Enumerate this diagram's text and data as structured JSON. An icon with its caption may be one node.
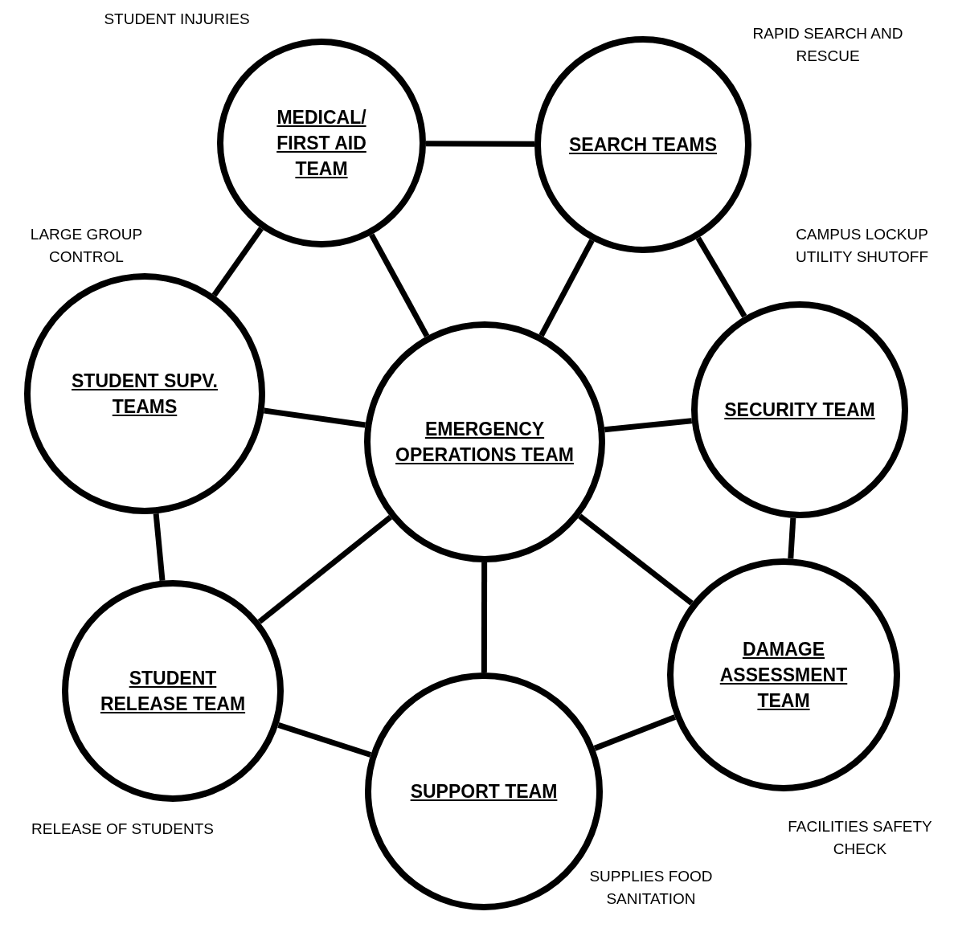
{
  "diagram": {
    "nodes": [
      {
        "text": [
          "MEDICAL/ FIRST AID TEAM"
        ],
        "beside": [
          "STUDENT INJURIES"
        ]
      },
      {
        "text": [
          "SEARCH TEAMS"
        ],
        "beside": [
          "RAPID SEARCH AND RESCUE"
        ]
      },
      {
        "text": [
          "STUDENT SUPV. TEAMS"
        ],
        "beside": [
          "LARGE GROUP CONTROL"
        ]
      },
      {
        "text": [
          "EMERGENCY OPERATIONS TEAM"
        ]
      },
      {
        "text": [
          "SECURITY TEAM"
        ],
        "beside": [
          "CAMPUS LOCKUP UTILITY SHUTOFF"
        ]
      },
      {
        "text": [
          "STUDENT RELEASE TEAM"
        ],
        "beside": [
          "RELEASE OF STUDENTS"
        ]
      },
      {
        "text": [
          "DAMAGE ASSESSMENT TEAM"
        ],
        "beside": [
          "FACILITIES SAFETY CHECK"
        ]
      },
      {
        "text": [
          "SUPPORT TEAM"
        ],
        "beside": [
          "SUPPLIES FOOD SANITATION"
        ]
      }
    ],
    "edges": [
      {
        "from": 0,
        "to": 1,
        "arrow": "none"
      },
      {
        "from": 0,
        "to": 2,
        "arrow": "none"
      },
      {
        "from": 0,
        "to": 3,
        "arrow": "none"
      },
      {
        "from": 1,
        "to": 3,
        "arrow": "none"
      },
      {
        "from": 1,
        "to": 4,
        "arrow": "none"
      },
      {
        "from": 2,
        "to": 3,
        "arrow": "none"
      },
      {
        "from": 2,
        "to": 5,
        "arrow": "none"
      },
      {
        "from": 3,
        "to": 4,
        "arrow": "none"
      },
      {
        "from": 4,
        "to": 6,
        "arrow": "none"
      },
      {
        "from": 3,
        "to": 6,
        "arrow": "none"
      },
      {
        "from": 3,
        "to": 5,
        "arrow": "none"
      },
      {
        "from": 3,
        "to": 7,
        "arrow": "none"
      },
      {
        "from": 5,
        "to": 7,
        "arrow": "none"
      },
      {
        "from": 7,
        "to": 6,
        "arrow": "none"
      }
    ]
  }
}
